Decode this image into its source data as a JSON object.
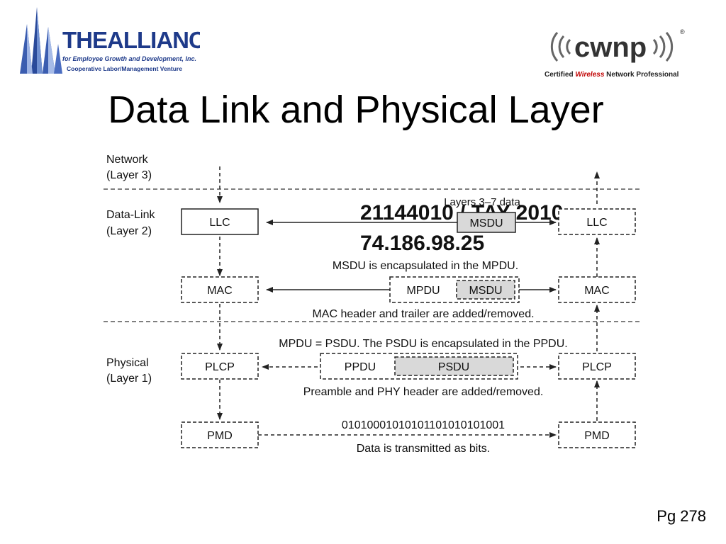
{
  "slide": {
    "title": "Data Link and Physical Layer",
    "page_ref": "Pg 278"
  },
  "logos": {
    "alliance": {
      "name": "THEALLIANCE",
      "line1": "for Employee Growth and Development, Inc.",
      "line2": "Cooperative Labor/Management Venture"
    },
    "cwnp": {
      "name": "cwnp",
      "tagline_pre": "Certified ",
      "tagline_em": "Wireless",
      "tagline_post": " Network Professional",
      "registered": "®"
    }
  },
  "diagram": {
    "layers": {
      "network": [
        "Network",
        "(Layer 3)"
      ],
      "datalink": [
        "Data-Link",
        "(Layer 2)"
      ],
      "physical": [
        "Physical",
        "(Layer 1)"
      ]
    },
    "boxes": {
      "llc": "LLC",
      "mac": "MAC",
      "plcp": "PLCP",
      "pmd": "PMD",
      "msdu": "MSDU",
      "mpdu": "MPDU",
      "ppdu": "PPDU",
      "psdu": "PSDU"
    },
    "annotations": {
      "layers_data": "Layers 3–7 data",
      "msdu_encap": "MSDU is encapsulated in the MPDU.",
      "mac_header": "MAC header and trailer are added/removed.",
      "mpdu_psdu": "MPDU = PSDU. The PSDU is encapsulated in the PPDU.",
      "preamble": "Preamble and PHY header are added/removed.",
      "bits": "01010001010101101010101001",
      "transmitted": "Data is transmitted as bits."
    },
    "watermark": [
      "21144010 / TAY 2010",
      "74.186.98.25"
    ],
    "colors": {
      "shade": "#d9d9d9",
      "line": "#222222",
      "divider": "#555555"
    }
  }
}
